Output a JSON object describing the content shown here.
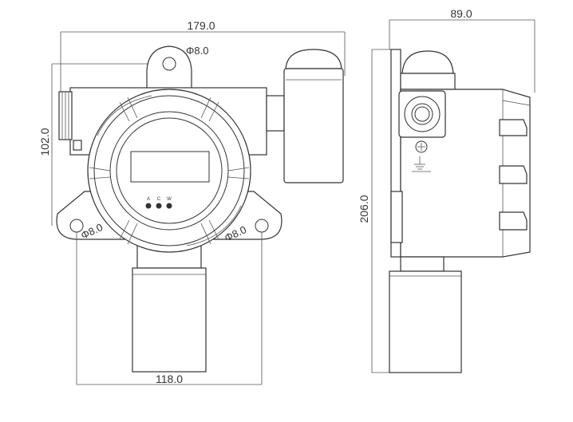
{
  "drawing": {
    "background": "#ffffff",
    "line_color": "#333333",
    "front_view": {
      "width_dim": "179.0",
      "height_dim": "102.0",
      "base_dim": "118.0",
      "top_hole_label": "Φ8.0",
      "left_hole_label": "Φ8.0",
      "right_hole_label": "Φ8.0",
      "indicator_labels": [
        "A",
        "C",
        "W"
      ]
    },
    "side_view": {
      "width_dim": "89.0",
      "height_dim": "206.0"
    }
  }
}
